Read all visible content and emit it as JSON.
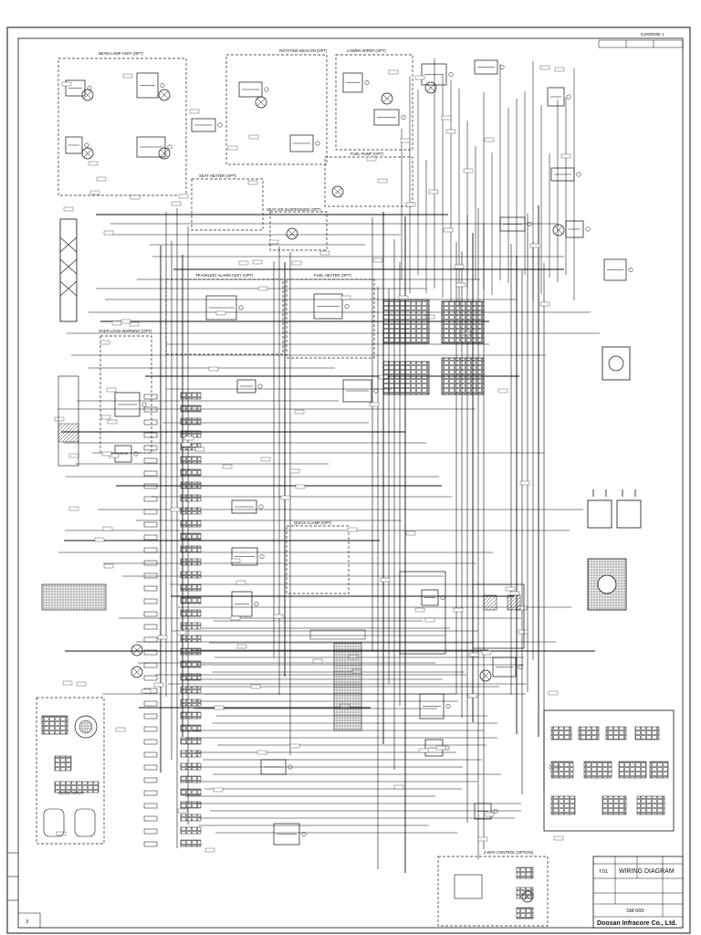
{
  "drawing": {
    "number_top": "K1000000E 1",
    "page_corner": "3",
    "sheet_code": "SM-000"
  },
  "title_block": {
    "title": "WIRING DIAGRAM",
    "model": "TS1",
    "company": "Doosan Infracore Co., Ltd."
  },
  "groups": [
    {
      "id": "beam-lamp",
      "label": "BEAM LAMP ASSY (OPT)"
    },
    {
      "id": "rotating-beacon",
      "label": "ROTATING BEACON (OPT)"
    },
    {
      "id": "lower-wiper",
      "label": "LOWER WIPER (OPT)"
    },
    {
      "id": "fuel-pump",
      "label": "FUEL PUMP (OPT)"
    },
    {
      "id": "seat-heater",
      "label": "SEAT HEATER (OPT)"
    },
    {
      "id": "seat-air-susp",
      "label": "SEAT AIR SUSPENSION (OPT)"
    },
    {
      "id": "travel-alarm",
      "label": "TRAVELING ALARM ASSY (OPT)"
    },
    {
      "id": "fuel-heater",
      "label": "FUEL HEATER (OPT)"
    },
    {
      "id": "overload-warning",
      "label": "OVER LOAD WARNING (OPT)"
    },
    {
      "id": "quick-clamp",
      "label": "QUICK CLAMP (OPT)"
    },
    {
      "id": "two-way-control",
      "label": "2-WAY CONTROL (OPTION)"
    },
    {
      "id": "diode-assy",
      "label": "DIODE ARRAY"
    }
  ]
}
